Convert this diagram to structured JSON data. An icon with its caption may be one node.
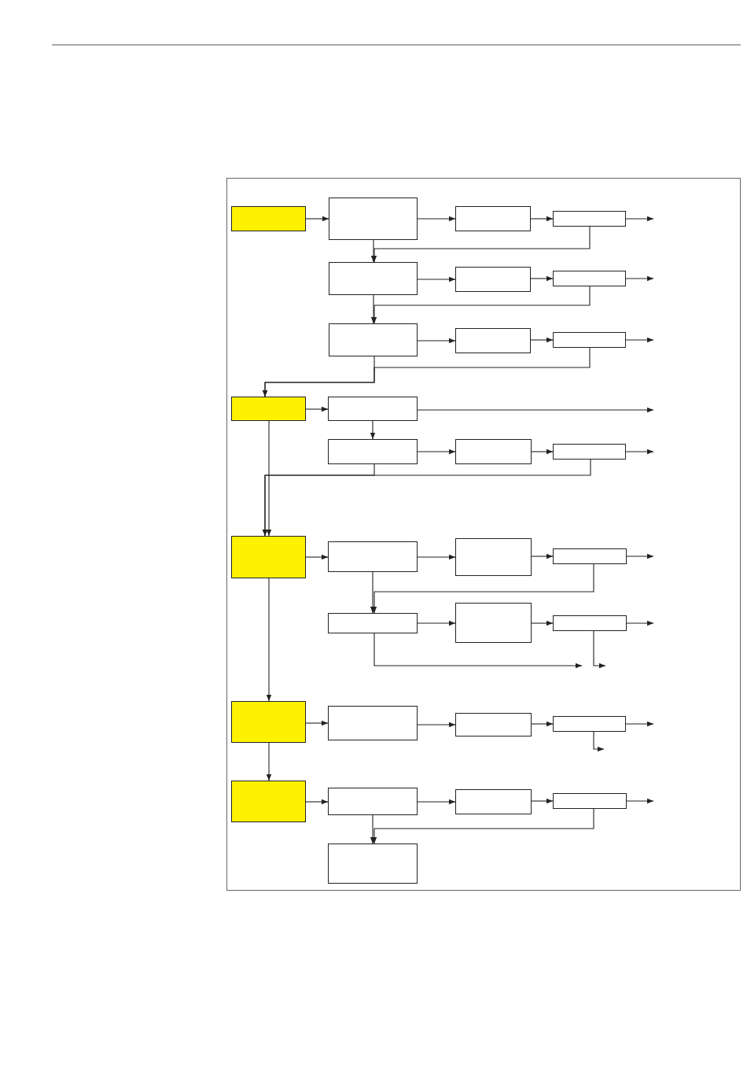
{
  "diagram": {
    "nodes": [
      {
        "text": [],
        "shape": "box"
      },
      {
        "text": [],
        "shape": "box"
      },
      {
        "text": [],
        "shape": "box"
      },
      {
        "text": [],
        "shape": "box"
      },
      {
        "text": [],
        "shape": "box"
      },
      {
        "text": [],
        "shape": "box"
      },
      {
        "text": [],
        "shape": "box"
      },
      {
        "text": [],
        "shape": "box"
      },
      {
        "text": [],
        "shape": "box"
      },
      {
        "text": [],
        "shape": "box"
      },
      {
        "text": [],
        "shape": "box"
      },
      {
        "text": [],
        "shape": "box"
      },
      {
        "text": [],
        "shape": "box"
      },
      {
        "text": [],
        "shape": "box"
      },
      {
        "text": [],
        "shape": "box"
      },
      {
        "text": [],
        "shape": "box"
      },
      {
        "text": [],
        "shape": "box"
      },
      {
        "text": [],
        "shape": "box"
      },
      {
        "text": [],
        "shape": "box"
      },
      {
        "text": [],
        "shape": "box"
      },
      {
        "text": [],
        "shape": "box"
      },
      {
        "text": [],
        "shape": "box"
      },
      {
        "text": [],
        "shape": "box"
      },
      {
        "text": [],
        "shape": "box"
      },
      {
        "text": [],
        "shape": "box"
      },
      {
        "text": [],
        "shape": "box"
      },
      {
        "text": [],
        "shape": "box"
      },
      {
        "text": [],
        "shape": "box"
      },
      {
        "text": [],
        "shape": "box"
      },
      {
        "text": [],
        "shape": "box"
      },
      {
        "text": [],
        "shape": "box"
      }
    ],
    "edges": [
      {
        "from": 0,
        "to": 1,
        "arrow": "to"
      },
      {
        "from": 1,
        "to": 2,
        "arrow": "to"
      },
      {
        "from": 2,
        "to": 3,
        "arrow": "to"
      },
      {
        "from": 3,
        "to": null,
        "arrow": "to"
      },
      {
        "from": 1,
        "to": 4,
        "arrow": "to"
      },
      {
        "from": 3,
        "to": 4,
        "arrow": "to"
      },
      {
        "from": 4,
        "to": 5,
        "arrow": "to"
      },
      {
        "from": 5,
        "to": 6,
        "arrow": "to"
      },
      {
        "from": 6,
        "to": null,
        "arrow": "to"
      },
      {
        "from": 4,
        "to": 7,
        "arrow": "to"
      },
      {
        "from": 6,
        "to": 7,
        "arrow": "to"
      },
      {
        "from": 7,
        "to": 8,
        "arrow": "to"
      },
      {
        "from": 8,
        "to": 9,
        "arrow": "to"
      },
      {
        "from": 9,
        "to": null,
        "arrow": "to"
      },
      {
        "from": 7,
        "to": 10,
        "arrow": "to"
      },
      {
        "from": 9,
        "to": 10,
        "arrow": "to"
      },
      {
        "from": 10,
        "to": 11,
        "arrow": "to"
      },
      {
        "from": 11,
        "to": null,
        "arrow": "to"
      },
      {
        "from": 11,
        "to": 12,
        "arrow": "to"
      },
      {
        "from": 12,
        "to": 13,
        "arrow": "to"
      },
      {
        "from": 13,
        "to": 14,
        "arrow": "to"
      },
      {
        "from": 14,
        "to": null,
        "arrow": "to"
      },
      {
        "from": 10,
        "to": 15,
        "arrow": "to"
      },
      {
        "from": 12,
        "to": 15,
        "arrow": "to"
      },
      {
        "from": 14,
        "to": 15,
        "arrow": "to"
      },
      {
        "from": 15,
        "to": 16,
        "arrow": "to"
      },
      {
        "from": 16,
        "to": 17,
        "arrow": "to"
      },
      {
        "from": 17,
        "to": 18,
        "arrow": "to"
      },
      {
        "from": 18,
        "to": null,
        "arrow": "to"
      },
      {
        "from": 16,
        "to": 19,
        "arrow": "to"
      },
      {
        "from": 18,
        "to": 19,
        "arrow": "to"
      },
      {
        "from": 19,
        "to": 20,
        "arrow": "to"
      },
      {
        "from": 20,
        "to": 21,
        "arrow": "to"
      },
      {
        "from": 21,
        "to": null,
        "arrow": "to"
      },
      {
        "from": 19,
        "to": null,
        "arrow": "to"
      },
      {
        "from": 21,
        "to": null,
        "arrow": "to"
      },
      {
        "from": 15,
        "to": 22,
        "arrow": "to"
      },
      {
        "from": 22,
        "to": 23,
        "arrow": "to"
      },
      {
        "from": 23,
        "to": 24,
        "arrow": "to"
      },
      {
        "from": 24,
        "to": 25,
        "arrow": "to"
      },
      {
        "from": 25,
        "to": null,
        "arrow": "to"
      },
      {
        "from": 25,
        "to": null,
        "arrow": "to"
      },
      {
        "from": 22,
        "to": 26,
        "arrow": "to"
      },
      {
        "from": 26,
        "to": 27,
        "arrow": "to"
      },
      {
        "from": 27,
        "to": 28,
        "arrow": "to"
      },
      {
        "from": 28,
        "to": 29,
        "arrow": "to"
      },
      {
        "from": 29,
        "to": null,
        "arrow": "to"
      },
      {
        "from": 27,
        "to": 30,
        "arrow": "to"
      },
      {
        "from": 29,
        "to": 30,
        "arrow": "to"
      }
    ]
  }
}
